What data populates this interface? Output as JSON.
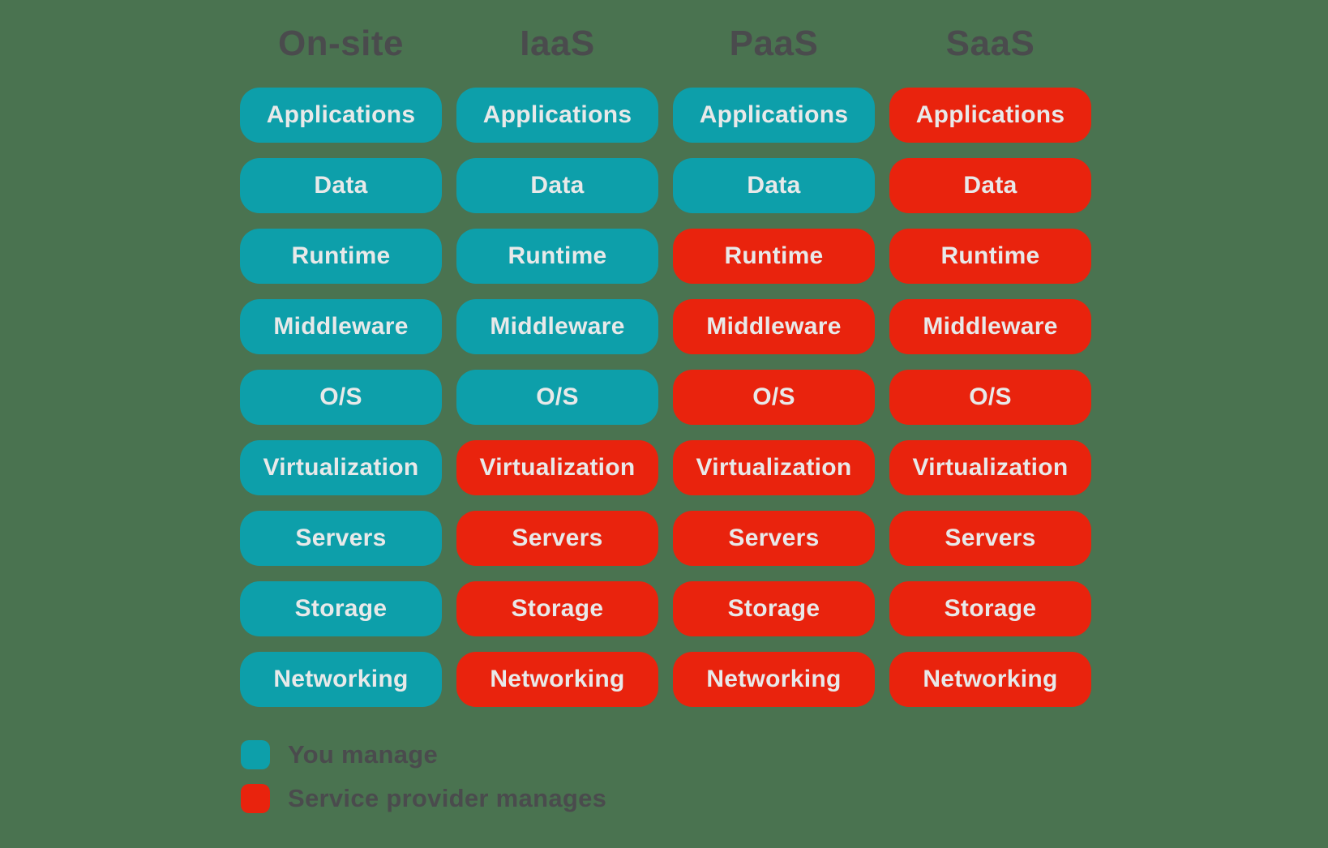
{
  "colors": {
    "background": "#4a7350",
    "you_manage": "#0d9faa",
    "provider_manages": "#e9230d",
    "header_text": "#4a4b4d",
    "block_text": "#e8e9e9"
  },
  "rows": [
    "Applications",
    "Data",
    "Runtime",
    "Middleware",
    "O/S",
    "Virtualization",
    "Servers",
    "Storage",
    "Networking"
  ],
  "columns": [
    {
      "header": "On-site",
      "cells": [
        "you",
        "you",
        "you",
        "you",
        "you",
        "you",
        "you",
        "you",
        "you"
      ]
    },
    {
      "header": "IaaS",
      "cells": [
        "you",
        "you",
        "you",
        "you",
        "you",
        "provider",
        "provider",
        "provider",
        "provider"
      ]
    },
    {
      "header": "PaaS",
      "cells": [
        "you",
        "you",
        "provider",
        "provider",
        "provider",
        "provider",
        "provider",
        "provider",
        "provider"
      ]
    },
    {
      "header": "SaaS",
      "cells": [
        "provider",
        "provider",
        "provider",
        "provider",
        "provider",
        "provider",
        "provider",
        "provider",
        "provider"
      ]
    }
  ],
  "legend": {
    "items": [
      {
        "key": "you",
        "label": "You manage"
      },
      {
        "key": "provider",
        "label": "Service provider manages"
      }
    ]
  }
}
